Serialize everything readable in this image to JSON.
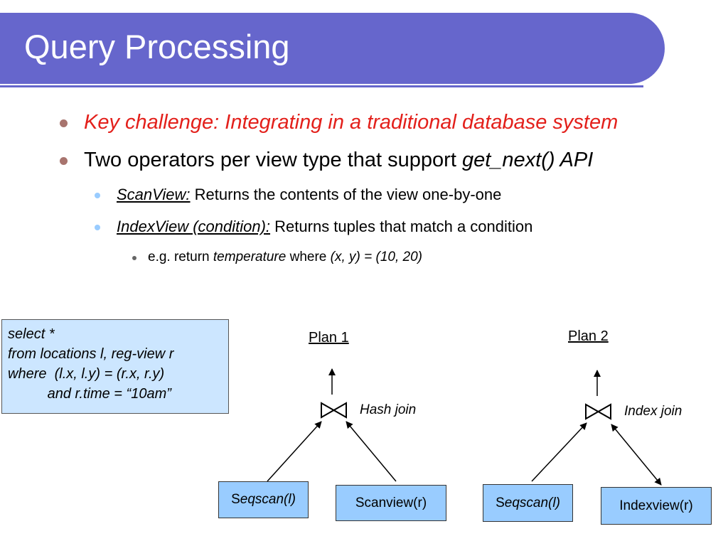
{
  "title": "Query Processing",
  "bullets": {
    "b1": "Key challenge: Integrating in a traditional database system",
    "b2_pre": "Two operators per view type that support ",
    "b2_em": "get_next() API",
    "b3_term": "ScanView:",
    "b3_text": " Returns the contents of the view one-by-one",
    "b4_term": "IndexView (condition):",
    "b4_text": " Returns tuples that match a condition",
    "b5_pre": "e.g. return ",
    "b5_em1": "temperature",
    "b5_mid": " where ",
    "b5_em2": "(x, y) = (10, 20)"
  },
  "sql": {
    "line1": "select *",
    "line2": "from locations l, reg-view r",
    "line3": "where  (l.x, l.y) = (r.x, r.y)",
    "line4": "          and r.time = “10am”"
  },
  "plan1": {
    "label": "Plan 1",
    "join_symbol": "⋈",
    "join_label": "Hash join",
    "left_prefix": "S",
    "left_italic": "eqscan(l)",
    "right_node": "Scanview(r)"
  },
  "plan2": {
    "label": "Plan 2",
    "join_symbol": "⋈",
    "join_label": "Index join",
    "left_prefix": "S",
    "left_italic": "eqscan(l)",
    "right_node": "Indexview(r)"
  },
  "colors": {
    "title_bar": "#6666cc",
    "emphasis": "#e3201b",
    "box_fill": "#cce6ff",
    "node_fill": "#99ccff"
  }
}
